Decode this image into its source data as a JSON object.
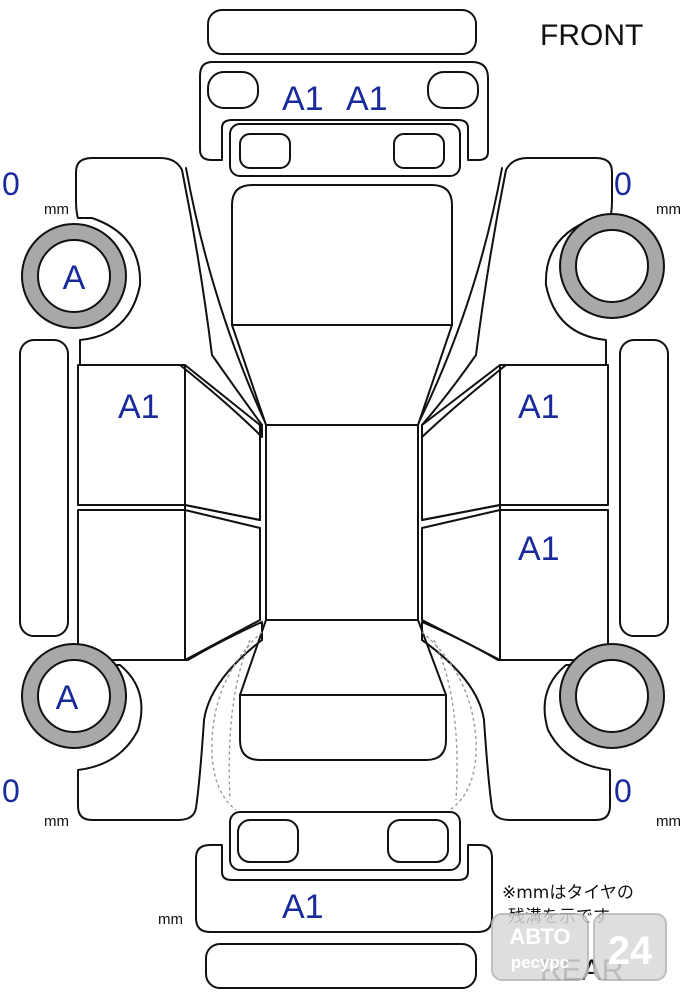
{
  "labels": {
    "front": "FRONT",
    "rear": "REAR",
    "mm_unit": "mm",
    "note_line1": "※mmはタイヤの",
    "note_line2": "残溝を示です"
  },
  "grades": {
    "front_bumper_left": "A1",
    "front_bumper_right": "A1",
    "left_front_door": "A1",
    "right_front_door": "A1",
    "right_rear_door": "A1",
    "rear_bumper": "A1"
  },
  "tires": {
    "front_left": {
      "grade": "A",
      "depth": "0"
    },
    "front_right": {
      "grade": "",
      "depth": "0"
    },
    "rear_left": {
      "grade": "A",
      "depth": "0"
    },
    "rear_right": {
      "grade": "",
      "depth": "0"
    }
  },
  "watermark": {
    "line1": "АВТО",
    "line2": "ресурс",
    "number": "24"
  },
  "colors": {
    "outline": "#111111",
    "grade_text": "#1a2a9c",
    "tire_fill": "#a8a8a8"
  }
}
